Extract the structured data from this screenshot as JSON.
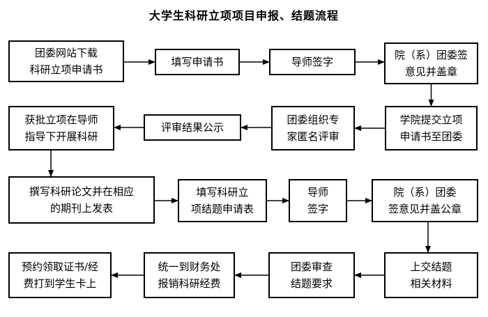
{
  "title": "大学生科研立项项目申报、结题流程",
  "steps": [
    {
      "id": "s1",
      "text": "团委网站下载\n科研立项申请书"
    },
    {
      "id": "s2",
      "text": "填写申请书"
    },
    {
      "id": "s3",
      "text": "导师签字"
    },
    {
      "id": "s4",
      "text": "院（系）团委签\n意见并盖章"
    },
    {
      "id": "s5",
      "text": "学院提交立项\n申请书至团委"
    },
    {
      "id": "s6",
      "text": "团委组织专\n家匿名评审"
    },
    {
      "id": "s7",
      "text": "评审结果公示"
    },
    {
      "id": "s8",
      "text": "获批立项在导师\n指导下开展科研"
    },
    {
      "id": "s9",
      "text": "撰写科研论文并在相应\n的期刊上发表"
    },
    {
      "id": "s10",
      "text": "填写科研立\n项结题申请表"
    },
    {
      "id": "s11",
      "text": "导师\n签字"
    },
    {
      "id": "s12",
      "text": "院（系）团委\n签意见并盖公章"
    },
    {
      "id": "s13",
      "text": "上交结题\n相关材料"
    },
    {
      "id": "s14",
      "text": "团委审查\n结题要求"
    },
    {
      "id": "s15",
      "text": "统一到财务处\n报销科研经费"
    },
    {
      "id": "s16",
      "text": "预约领取证书/经\n费打到学生卡上"
    }
  ],
  "edges": [
    [
      "s1",
      "s2"
    ],
    [
      "s2",
      "s3"
    ],
    [
      "s3",
      "s4"
    ],
    [
      "s4",
      "s5"
    ],
    [
      "s5",
      "s6"
    ],
    [
      "s6",
      "s7"
    ],
    [
      "s7",
      "s8"
    ],
    [
      "s8",
      "s9"
    ],
    [
      "s9",
      "s10"
    ],
    [
      "s10",
      "s11"
    ],
    [
      "s11",
      "s12"
    ],
    [
      "s12",
      "s13"
    ],
    [
      "s13",
      "s14"
    ],
    [
      "s14",
      "s15"
    ],
    [
      "s15",
      "s16"
    ]
  ]
}
